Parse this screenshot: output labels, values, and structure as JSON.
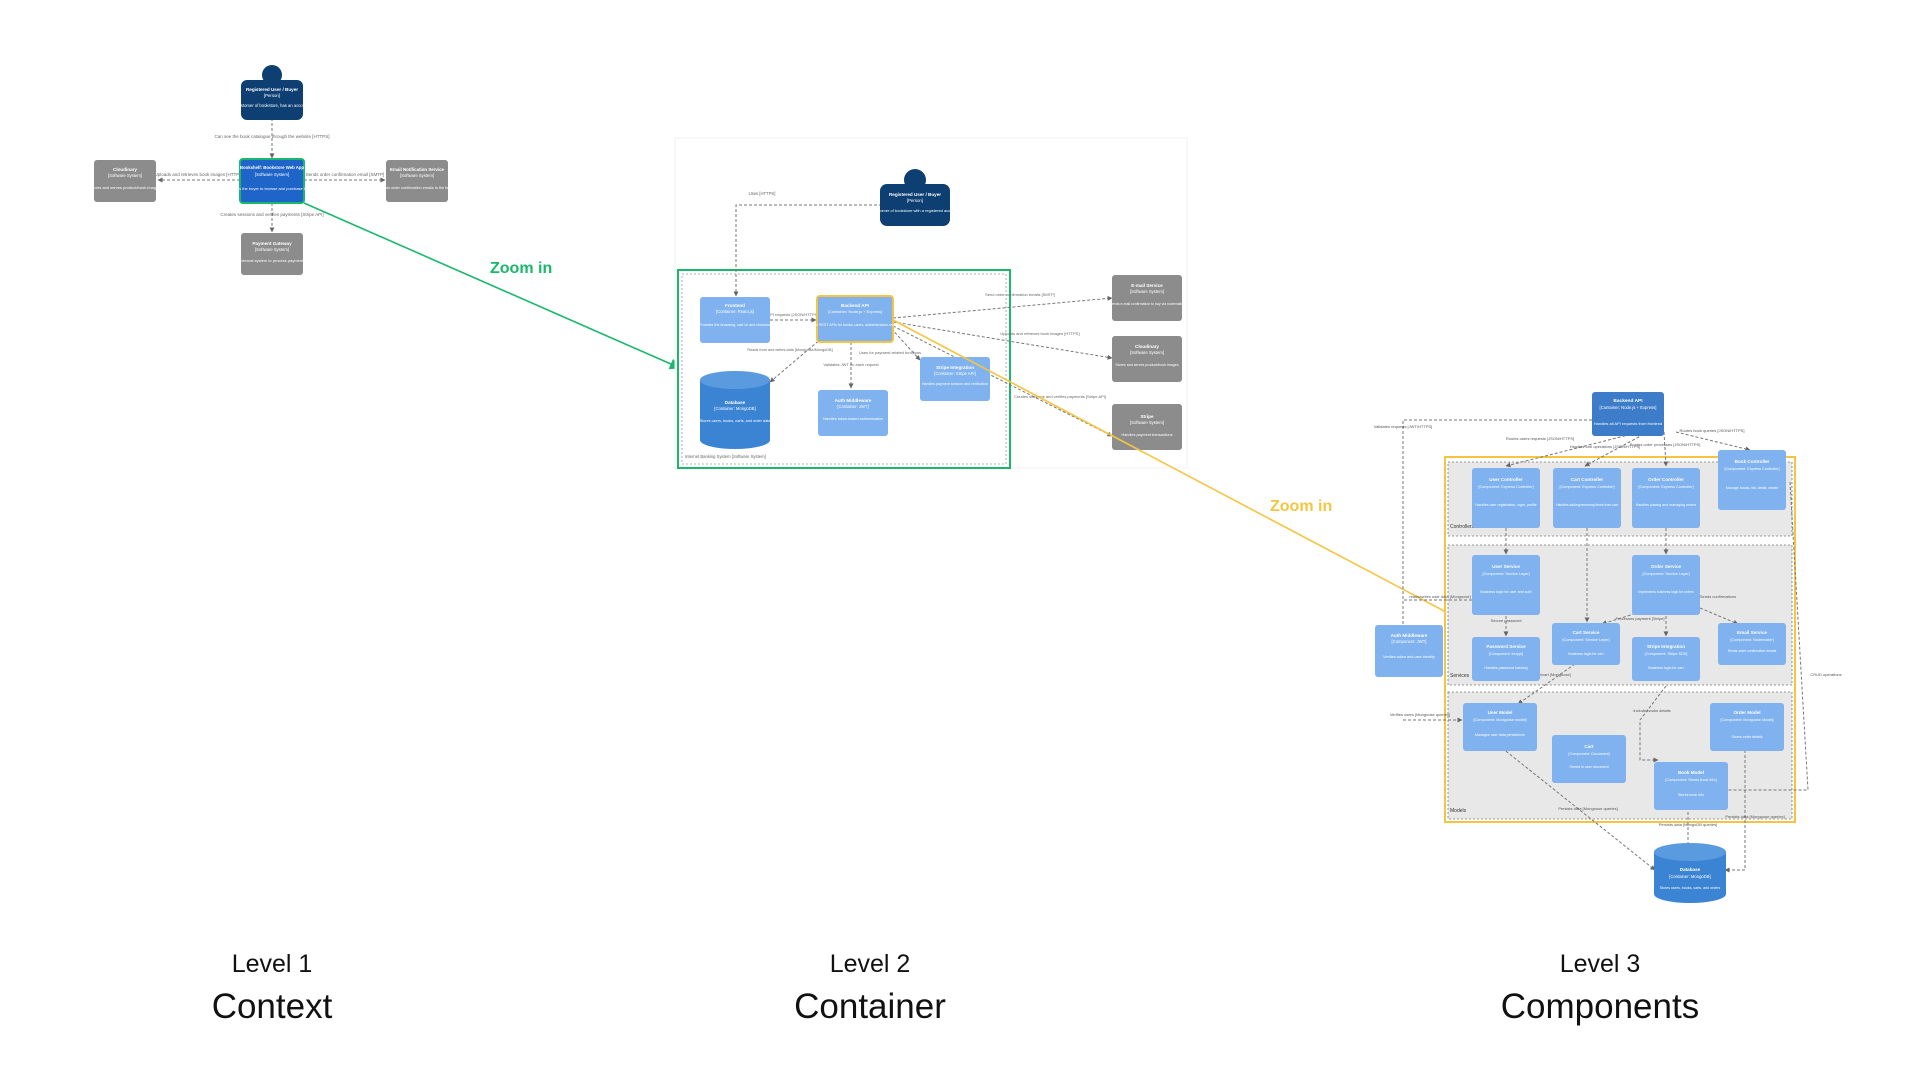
{
  "colors": {
    "person": "#0d3f73",
    "system_focus": "#1f64c8",
    "external": "#8c8c8c",
    "container": "#7fb2ee",
    "database": "#3b84d4",
    "api_dark": "#3d7cc9",
    "zoom_green": "#19b86a",
    "zoom_yellow": "#f5c542",
    "group_fill": "#e8e8e8"
  },
  "zoom_labels": {
    "first": "Zoom in",
    "second": "Zoom in"
  },
  "captions": [
    {
      "level": "Level 1",
      "name": "Context"
    },
    {
      "level": "Level 2",
      "name": "Container"
    },
    {
      "level": "Level 3",
      "name": "Components"
    }
  ],
  "level1": {
    "person": {
      "title": "Registered User / Buyer",
      "kind": "[Person]",
      "desc": "Customer of bookstore, has an account"
    },
    "focus": {
      "title": "Bookshelf: Bookstore Web App",
      "kind": "[Software System]",
      "desc": "Allows the buyer to browse and purchase books"
    },
    "cloudinary": {
      "title": "Cloudinary",
      "kind": "[Software System]",
      "desc": "Stores and serves product/book images"
    },
    "email": {
      "title": "Email Notification Service",
      "kind": "[Software System]",
      "desc": "Sends order confirmation emails to the buyer"
    },
    "payment": {
      "title": "Payment Gateway",
      "kind": "[Software System]",
      "desc": "External system to process payments"
    },
    "edges": {
      "person_focus": "Can see the book catalogue through the website [HTTPS]",
      "focus_cloud": "Uploads and retrieves book images [HTTPS]",
      "focus_email": "Sends order confirmation email [SMTP]",
      "focus_payment": "Creates sessions and verifies payments [Stripe API]"
    }
  },
  "level2": {
    "person": {
      "title": "Registered User / Buyer",
      "kind": "[Person]",
      "desc": "Customer of bookstore with a registered account"
    },
    "frontend": {
      "title": "Frontend",
      "kind": "[Container: React.js]",
      "desc": "Provides the browsing, cart UI and checkout"
    },
    "backend": {
      "title": "Backend API",
      "kind": "[Container: Node.js + Express]",
      "desc": "Exposes REST APIs for books, users, authentication and orders"
    },
    "database": {
      "title": "Database",
      "kind": "[Container: MongoDB]",
      "desc": "Stores users, books, carts, and order data"
    },
    "auth": {
      "title": "Auth Middleware",
      "kind": "[Container: JWT]",
      "desc": "Handles token-based authentication"
    },
    "stripe": {
      "title": "Stripe Integration",
      "kind": "[Container: Stripe API]",
      "desc": "Handles payment session and verification"
    },
    "email": {
      "title": "E-mail Service",
      "kind": "[Software System]",
      "desc": "Sends e-mail confirmation to buy via nodemailer"
    },
    "cloudinary": {
      "title": "Cloudinary",
      "kind": "[Software System]",
      "desc": "Stores and serves product/book images"
    },
    "stripe_ext": {
      "title": "Stripe",
      "kind": "[Software System]",
      "desc": "Handles payment transactions"
    },
    "boundary": "Internet Banking System [Software System]",
    "edges": {
      "uses": "Uses [HTTPS]",
      "api": "API requests [JSON/HTTPS]",
      "reads": "Reads from and writes data [Mongoose/MongoDB]",
      "validates": "Validates JWT on each request",
      "stripe": "Uses for payment-related functions",
      "email": "Send order confirmation emails [SMTP]",
      "cloud": "Uploads and retrieves book images [HTTPS]",
      "pay": "Creates sessions and verifies payments [Stripe API]"
    }
  },
  "level3": {
    "backend": {
      "title": "Backend API",
      "kind": "[Container: Node.js + Express]",
      "desc": "Handles all API requests from frontend"
    },
    "auth": {
      "title": "Auth Middleware",
      "kind": "[Component: JWT]",
      "desc": "Verifies token and user identity"
    },
    "controllers_label": "Controllers",
    "services_label": "Services",
    "models_label": "Models",
    "user_ctrl": {
      "title": "User Controller",
      "kind": "[Component: Express Controller]",
      "desc": "Handles user registration, login, profile"
    },
    "cart_ctrl": {
      "title": "Cart Controller",
      "kind": "[Component: Express Controller]",
      "desc": "Handles adding/removing items from cart"
    },
    "order_ctrl": {
      "title": "Order Controller",
      "kind": "[Component: Express Controller]",
      "desc": "Handles placing and managing orders"
    },
    "book_ctrl": {
      "title": "Book Controller",
      "kind": "[Component: Express Controller]",
      "desc": "Manage books, list, detail, create"
    },
    "user_svc": {
      "title": "User Service",
      "kind": "[Component: Service Layer]",
      "desc": "Business logic for user and auth"
    },
    "order_svc": {
      "title": "Order Service",
      "kind": "[Component: Service Layer]",
      "desc": "Implements business logic for orders"
    },
    "pwd_svc": {
      "title": "Password Service",
      "kind": "[Component: bcrypt]",
      "desc": "Handles password hashing"
    },
    "cart_svc": {
      "title": "Cart Service",
      "kind": "[Component: Service Layer]",
      "desc": "Business logic for cart"
    },
    "stripe_int": {
      "title": "Stripe Integration",
      "kind": "[Component: Stripe SDK]",
      "desc": "Business logic for cart"
    },
    "email_svc": {
      "title": "Email Service",
      "kind": "[Component: Nodemailer]",
      "desc": "Sends order confirmation emails"
    },
    "user_model": {
      "title": "User Model",
      "kind": "[Component: Mongoose model]",
      "desc": "Manages user data persistence"
    },
    "cart_doc": {
      "title": "Cart",
      "kind": "[Component: Document]",
      "desc": "Stored in user document"
    },
    "order_model": {
      "title": "Order Model",
      "kind": "[Component: Mongoose Model]",
      "desc": "Stores order details"
    },
    "book_model": {
      "title": "Book Model",
      "kind": "[Component: Stores book info]",
      "desc": "Stores book info"
    },
    "database": {
      "title": "Database",
      "kind": "[Container: MongoDB]",
      "desc": "Stores users, books, carts, and orders"
    },
    "edges": {
      "validate": "Validates requests [JWT/HTTPS]",
      "route_user": "Routes users requests [JSON/HTTPS]",
      "cart_ops": "Handles cart operations [JSON/HTTPS]",
      "route_order": "Routes order processes [JSON/HTTPS]",
      "route_book": "Routes book queries [JSON/HTTPS]",
      "read_user": "reads/writes user data [Mongoose]",
      "secure_pwd": "Secure password",
      "process_payment": "Processes payment [Stripe]",
      "order_confirm": "Sends confirmations",
      "update_cart": "Update user/cart [Mongoose]",
      "verify_users": "Verifies users [Mongoose queries]",
      "include_books": "Include books details",
      "crud": "CRUD operations",
      "persist1": "Persists data [Mongoose queries]",
      "persist2": "Persists data [MongoDB queries]",
      "persist3": "Persists data [Mongoose queries]"
    }
  }
}
